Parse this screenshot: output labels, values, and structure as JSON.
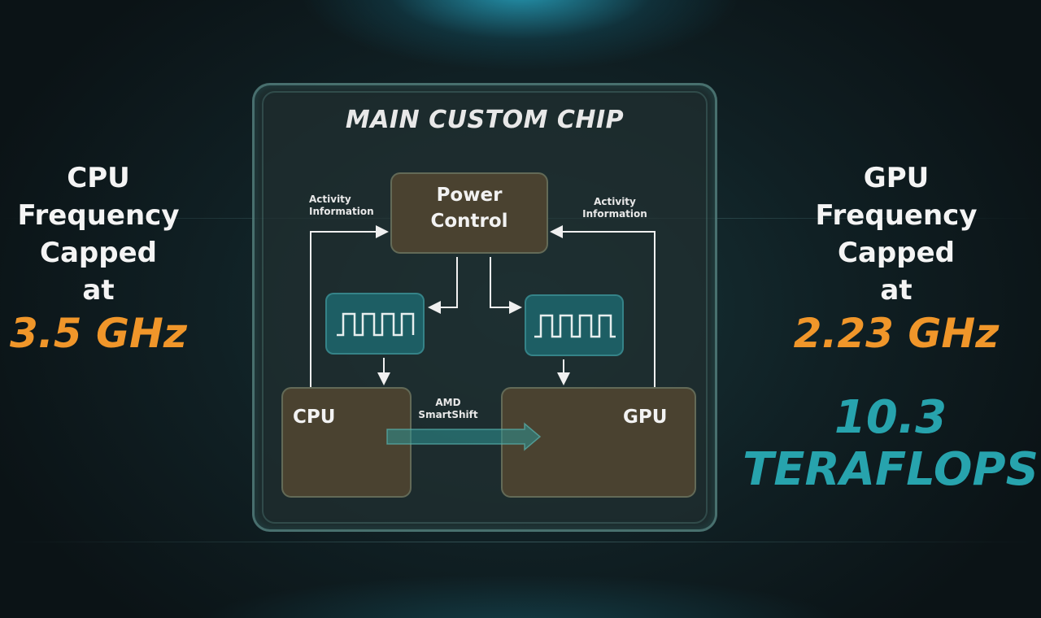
{
  "left": {
    "line1": "CPU",
    "line2": "Frequency",
    "line3": "Capped",
    "line4": "at",
    "value": "3.5 GHz"
  },
  "right": {
    "line1": "GPU",
    "line2": "Frequency",
    "line3": "Capped",
    "line4": "at",
    "value": "2.23 GHz",
    "tflops_1": "10.3",
    "tflops_2": "TERAFLOPS"
  },
  "diagram": {
    "title": "MAIN CUSTOM CHIP",
    "power_control_1": "Power",
    "power_control_2": "Control",
    "activity_left_1": "Activity",
    "activity_left_2": "Information",
    "activity_right_1": "Activity",
    "activity_right_2": "Information",
    "cpu": "CPU",
    "gpu": "GPU",
    "smartshift_1": "AMD",
    "smartshift_2": "SmartShift"
  },
  "colors": {
    "accent_orange": "#f0962a",
    "accent_teal": "#27a3ad",
    "box_brown": "#4a4230",
    "clock_teal": "#1d5e64"
  }
}
